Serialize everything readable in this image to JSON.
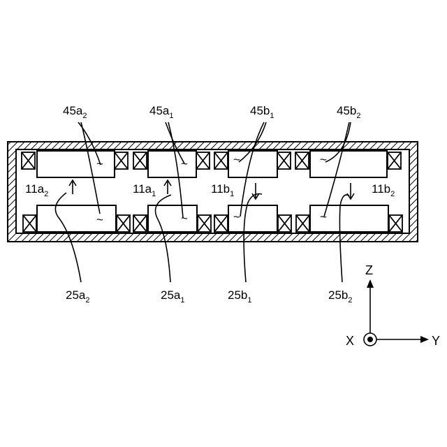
{
  "labels": {
    "upper": [
      {
        "base": "45a",
        "sub": "2"
      },
      {
        "base": "45a",
        "sub": "1"
      },
      {
        "base": "45b",
        "sub": "1"
      },
      {
        "base": "45b",
        "sub": "2"
      }
    ],
    "lower": [
      {
        "base": "25a",
        "sub": "2"
      },
      {
        "base": "25a",
        "sub": "1"
      },
      {
        "base": "25b",
        "sub": "1"
      },
      {
        "base": "25b",
        "sub": "2"
      }
    ],
    "inner": [
      {
        "base": "11a",
        "sub": "2"
      },
      {
        "base": "11a",
        "sub": "1"
      },
      {
        "base": "11b",
        "sub": "1"
      },
      {
        "base": "11b",
        "sub": "2"
      }
    ]
  },
  "axes": {
    "z": "Z",
    "x": "X",
    "y": "Y"
  },
  "tilde": "~"
}
